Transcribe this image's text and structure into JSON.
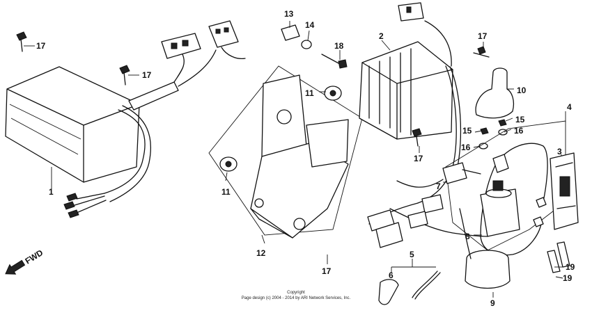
{
  "diagram": {
    "callouts": {
      "c1": "1",
      "c2": "2",
      "c3": "3",
      "c4": "4",
      "c5": "5",
      "c6": "6",
      "c7": "7",
      "c8": "8",
      "c9": "9",
      "c10": "10",
      "c11a": "11",
      "c11b": "11",
      "c12": "12",
      "c13": "13",
      "c14": "14",
      "c15a": "15",
      "c15b": "15",
      "c16a": "16",
      "c16b": "16",
      "c17a": "17",
      "c17b": "17",
      "c17c": "17",
      "c17d": "17",
      "c17e": "17",
      "c18": "18",
      "c19a": "19",
      "c19b": "19"
    },
    "direction_label": "FWD",
    "copyright_line1": "Copyright",
    "copyright_line2": "Page design (c) 2004 - 2014 by ARI Network Services, Inc."
  },
  "colors": {
    "ink": "#111111",
    "background": "#ffffff"
  }
}
